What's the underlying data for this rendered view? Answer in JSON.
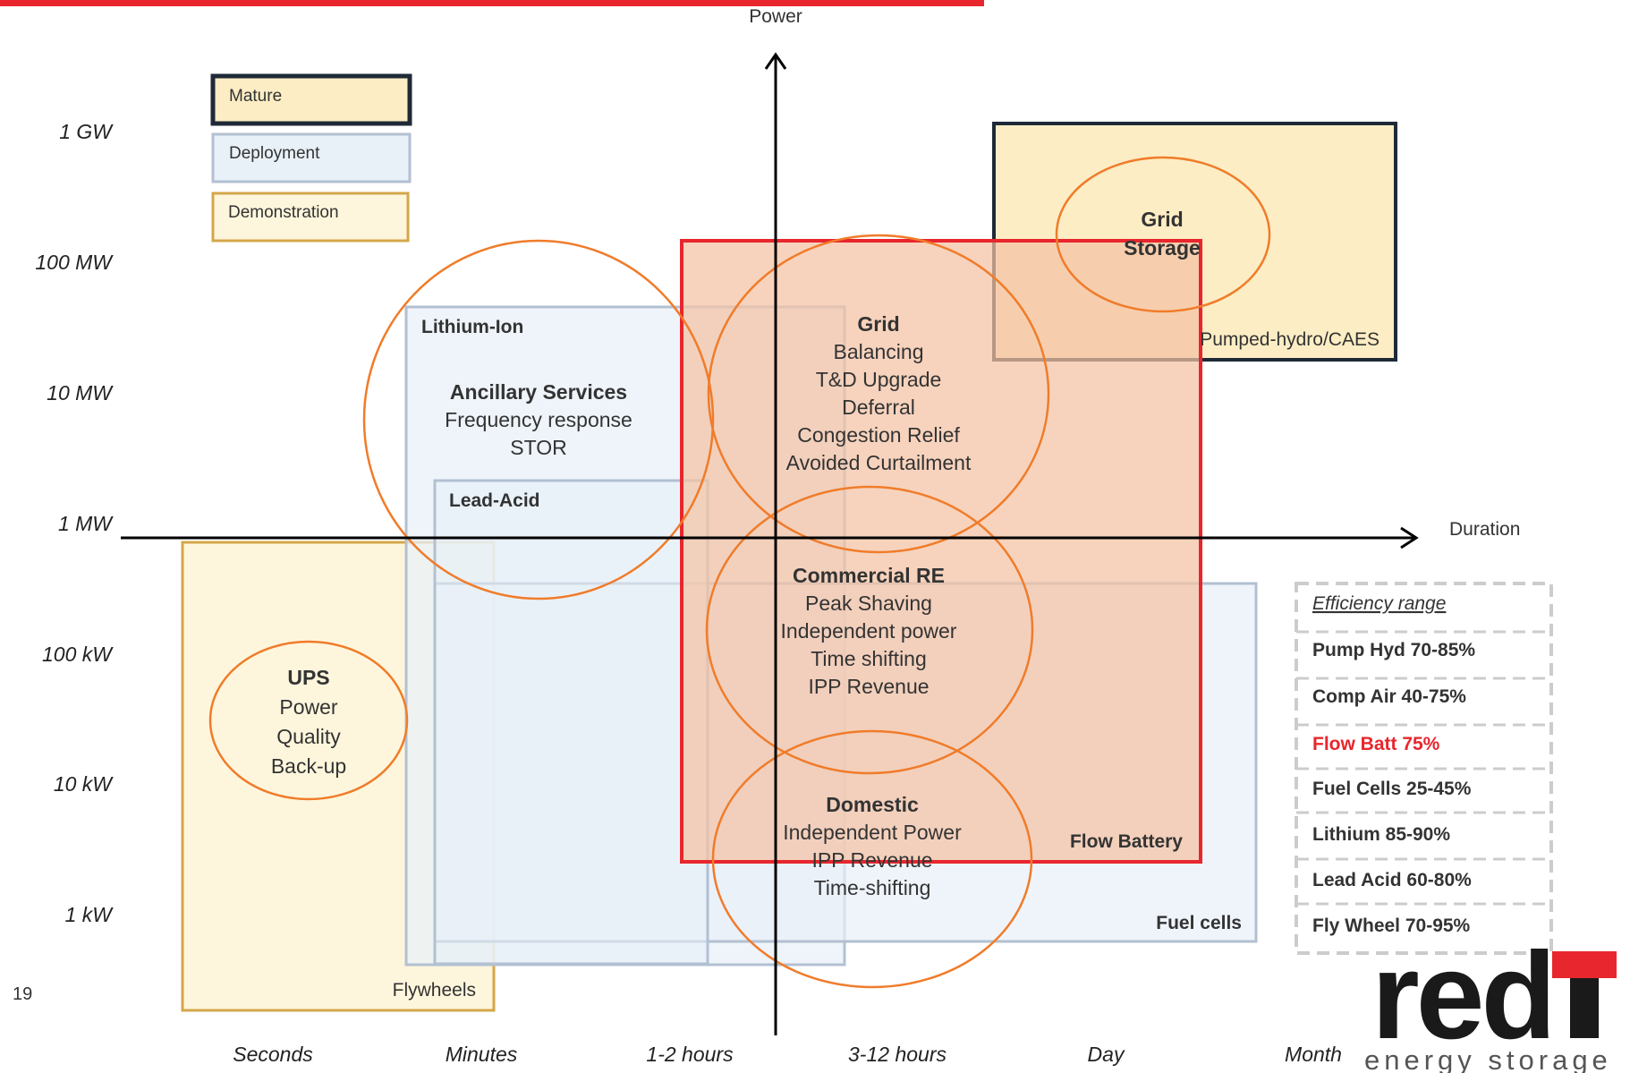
{
  "axes": {
    "y_title": "Power",
    "x_title": "Duration",
    "y_ticks": [
      "1 GW",
      "100 MW",
      "10 MW",
      "1 MW",
      "100 kW",
      "10 kW",
      "1 kW"
    ],
    "x_ticks": [
      "Seconds",
      "Minutes",
      "1-2 hours",
      "3-12 hours",
      "Day",
      "Month"
    ]
  },
  "legend": {
    "mature": "Mature",
    "deployment": "Deployment",
    "demonstration": "Demonstration"
  },
  "technologies": {
    "lithium_ion": "Lithium-Ion",
    "lead_acid": "Lead-Acid",
    "flywheels": "Flywheels",
    "fuel_cells": "Fuel cells",
    "flow_battery": "Flow Battery",
    "pumped_hydro": "Pumped-hydro/CAES"
  },
  "applications": {
    "ups": {
      "title": "UPS",
      "lines": [
        "Power",
        "Quality",
        "Back-up"
      ]
    },
    "ancillary": {
      "title": "Ancillary Services",
      "lines": [
        "Frequency response",
        "STOR"
      ]
    },
    "grid": {
      "title": "Grid",
      "lines": [
        "Balancing",
        "T&D Upgrade",
        "Deferral",
        "Congestion Relief",
        "Avoided Curtailment"
      ]
    },
    "grid_storage": {
      "title": "Grid",
      "lines": [
        "Storage"
      ]
    },
    "commercial": {
      "title": "Commercial RE",
      "lines": [
        "Peak Shaving",
        "Independent power",
        "Time shifting",
        "IPP Revenue"
      ]
    },
    "domestic": {
      "title": "Domestic",
      "lines": [
        "Independent Power",
        "IPP Revenue",
        "Time-shifting"
      ]
    }
  },
  "efficiency": {
    "title": "Efficiency range",
    "rows": [
      "Pump Hyd 70-85%",
      "Comp Air 40-75%",
      "Flow Batt 75%",
      "Fuel Cells 25-45%",
      "Lithium 85-90%",
      "Lead Acid 60-80%",
      "Fly Wheel 70-95%"
    ],
    "highlight_row": "Flow Batt 75%"
  },
  "page_number": "19",
  "logo": {
    "word": "redT",
    "tagline": "energy storage"
  },
  "colors": {
    "accent_red": "#e8262d",
    "orange_circle": "#f07c2a",
    "mature_fill": "#fdedc4",
    "deployment_fill": "#e8f0f8",
    "deployment_stroke": "#b2c0d2",
    "demonstration_fill": "#fef6dc",
    "demonstration_stroke": "#d4a74a",
    "flow_fill": "#f4c2a4"
  }
}
